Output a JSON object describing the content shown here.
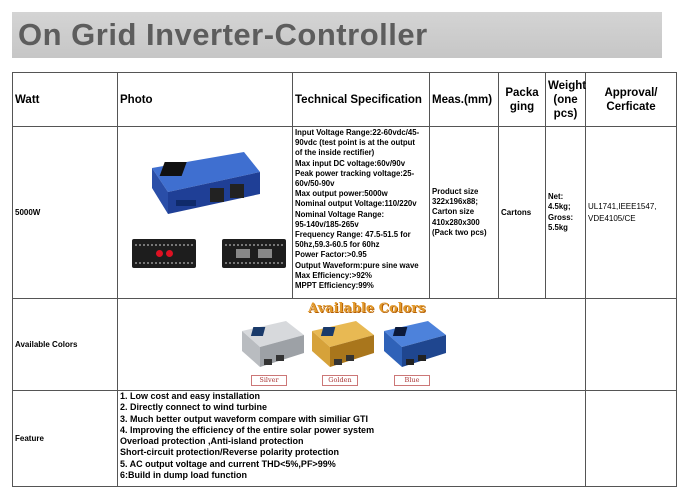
{
  "page": {
    "title": "On Grid Inverter-Controller"
  },
  "headers": {
    "watt": "Watt",
    "photo": "Photo",
    "tech": "Technical Specification",
    "meas": "Meas.(mm)",
    "pack": [
      "Packa",
      "ging"
    ],
    "weight": [
      "Weight",
      "(one",
      "pcs)"
    ],
    "approval": [
      "Approval/",
      "Cerficate"
    ]
  },
  "product": {
    "watt": "5000W",
    "spec": [
      "Input Voltage Range:22-60vdc/45-",
      "90vdc  (test point is at the output",
      "of the inside rectifier)",
      "Max input DC voltage:60v/90v",
      "Peak power tracking voltage:25-",
      "60v/50-90v",
      "Max output power:5000w",
      "Nominal output Voltage:110/220v",
      "Nominal Voltage Range:",
      "95-140v/185-265v",
      "Frequency Range: 47.5-51.5 for",
      "50hz,59.3-60.5 for 60hz",
      "Power Factor:>0.95",
      "Output Waveform:pure sine wave",
      "Max Efficiency:>92%",
      "MPPT Efficiency:99%"
    ],
    "meas": [
      "Product size",
      "322x196x88;",
      "Carton size",
      "410x280x300",
      "(Pack two pcs)"
    ],
    "packaging": "Cartons",
    "weight": [
      "Net:",
      "4.5kg;",
      "Gross:",
      "5.5kg"
    ],
    "approval": [
      "UL1741,IEEE1547,",
      "VDE4105/CE"
    ]
  },
  "colors_row": {
    "label": "Available Colors",
    "title": "Available Colors",
    "swatches": [
      "Silver",
      "Golden",
      "Blue"
    ],
    "color_hex": {
      "silver": "#b9bcc0",
      "golden": "#d6a23a",
      "blue": "#2f62b8"
    }
  },
  "feature_row": {
    "label": "Feature",
    "items": [
      "1. Low cost and easy installation",
      "2. Directly connect to wind turbine",
      "3. Much better output waveform compare with similiar GTI",
      "4. Improving the efficiency of the entire solar power system",
      "Overload protection ,Anti-island protection",
      "Short-circuit protection/Reverse polarity protection",
      "5. AC output voltage and current THD<5%,PF>99%",
      "6:Build in dump load function"
    ]
  }
}
